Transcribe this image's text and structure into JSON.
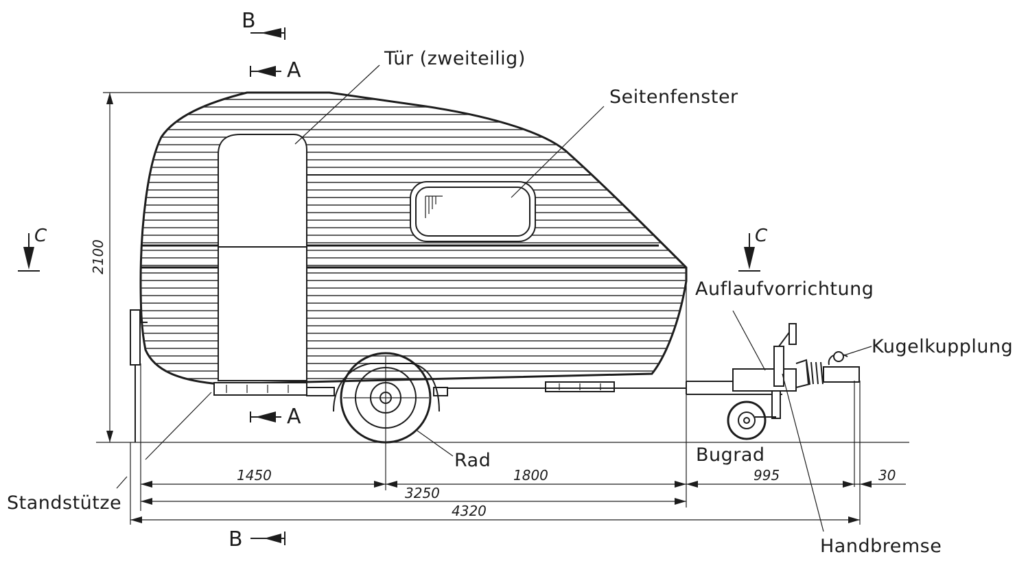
{
  "labels": {
    "door": "Tür (zweiteilig)",
    "side_window": "Seitenfenster",
    "overrun_device": "Auflaufvorrichtung",
    "ball_coupling": "Kugelkupplung",
    "wheel": "Rad",
    "jockey_wheel": "Bugrad",
    "stand": "Standstütze",
    "handbrake": "Handbremse"
  },
  "dimensions": {
    "height": "2100",
    "rear_to_axle": "1450",
    "axle_to_front": "1800",
    "body_length": "3250",
    "drawbar": "995",
    "coupling_offset": "30",
    "overall_length": "4320"
  },
  "sections": {
    "b": "B",
    "a": "A",
    "c": "C"
  }
}
